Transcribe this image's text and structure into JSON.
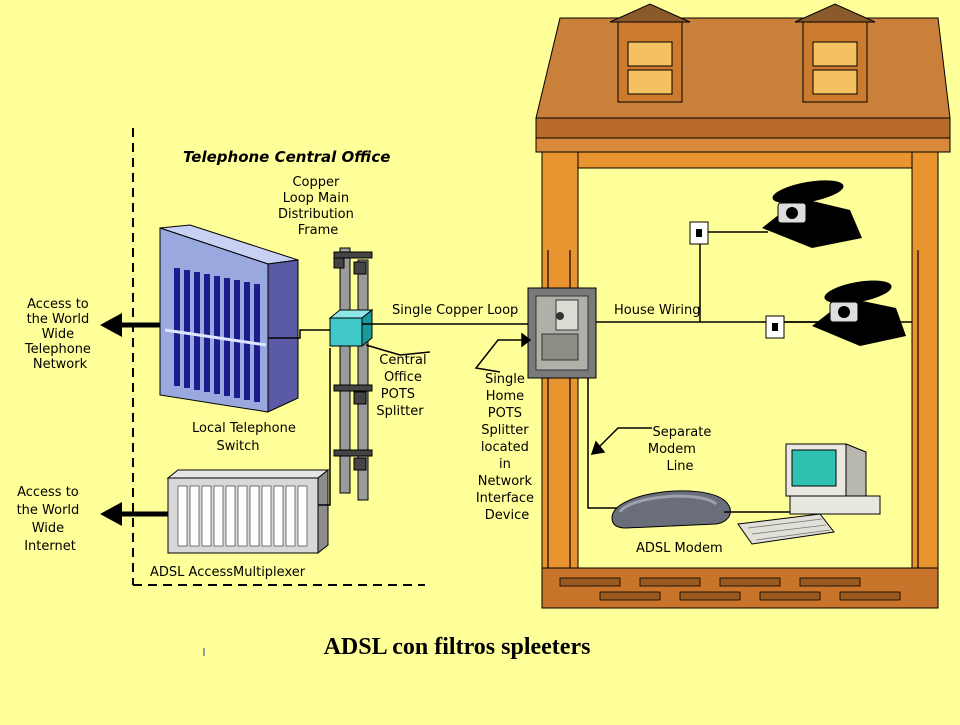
{
  "diagram": {
    "central_office_title": "Telephone Central Office",
    "mdf_label": [
      "Copper",
      "Loop Main",
      "Distribution",
      "Frame"
    ],
    "access_phone_label": [
      "Access to",
      "the World",
      "Wide",
      "Telephone",
      "Network"
    ],
    "access_internet_label": [
      "Access to",
      "the World",
      "Wide",
      "Internet"
    ],
    "local_switch_label": [
      "Local Telephone",
      "Switch"
    ],
    "dslam_label": "ADSL AccessMultiplexer",
    "central_splitter_label": [
      "Central",
      "Office",
      "POTS",
      "Splitter"
    ],
    "single_copper_loop_label": "Single Copper Loop",
    "home_splitter_label": [
      "Single",
      "Home",
      "POTS",
      "Splitter",
      "located",
      "in",
      "Network",
      "Interface",
      "Device"
    ],
    "house_wiring_label": "House Wiring",
    "modem_line_label": [
      "Separate",
      "Modem",
      "Line"
    ],
    "adsl_modem_label": "ADSL Modem"
  },
  "caption": "ADSL con filtros spleeters",
  "colors": {
    "background": "#ffff99",
    "house_wall": "#e8952f",
    "roof": "#c8803a",
    "splitter_box": "#40c8c8",
    "switch_body": "#9aa8e0"
  }
}
